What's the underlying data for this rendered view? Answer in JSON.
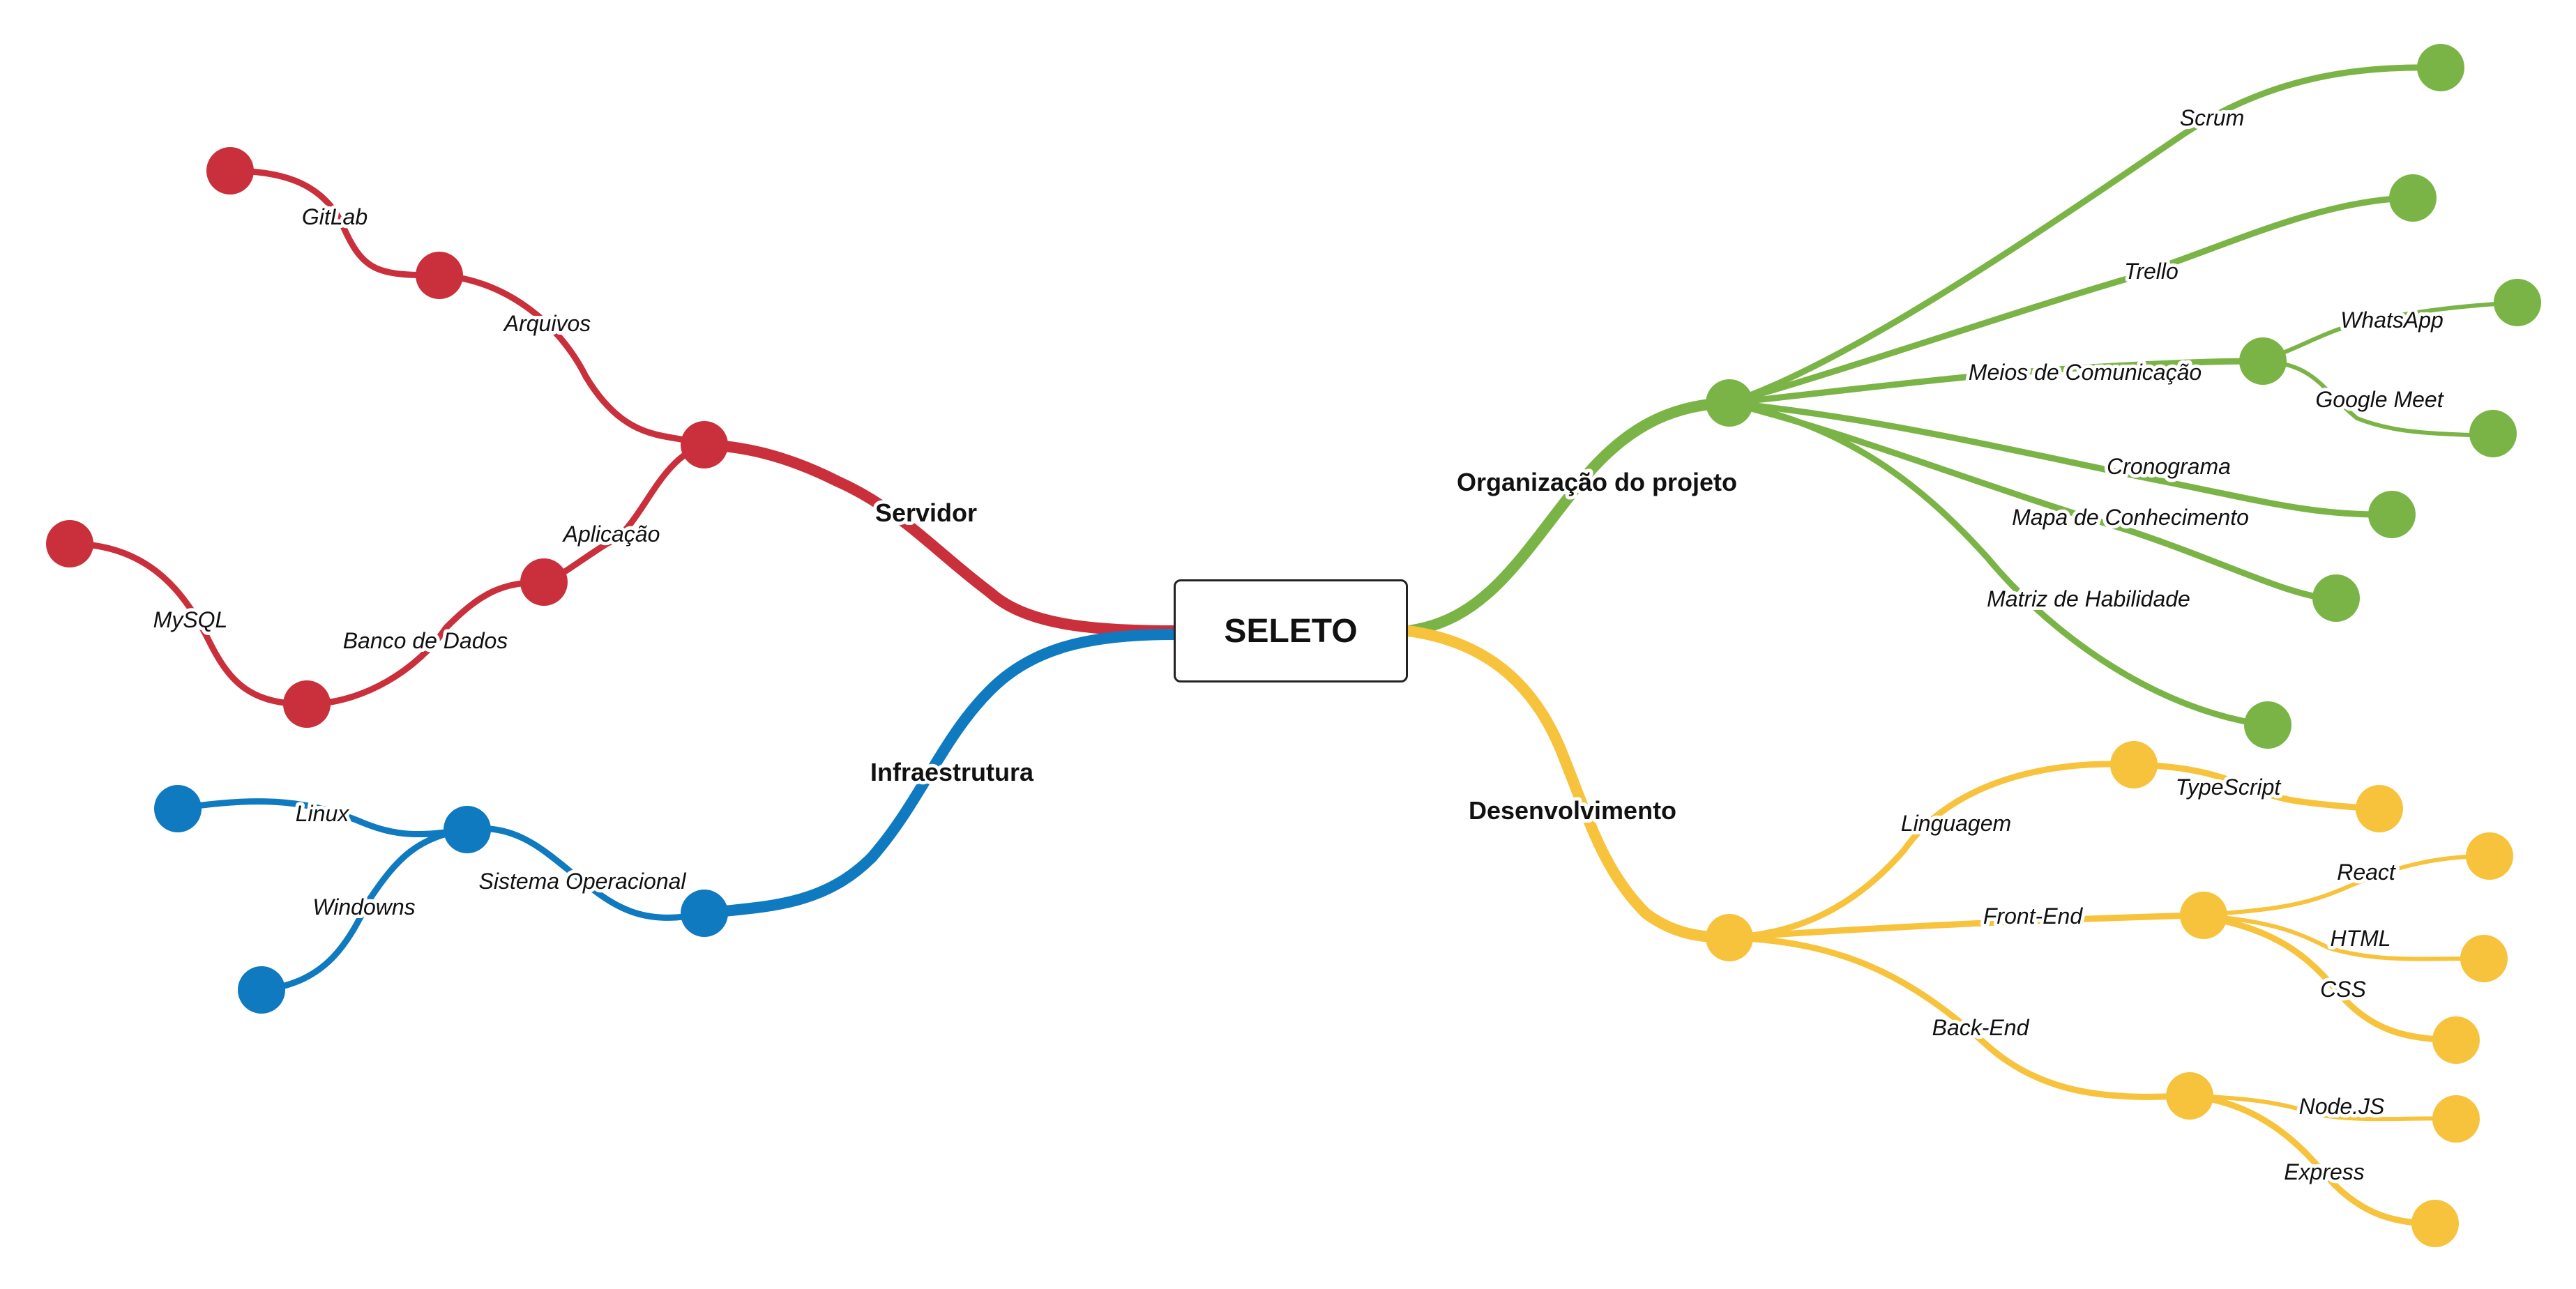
{
  "root": {
    "label": "SELETO"
  },
  "colors": {
    "servidor": "#c9303c",
    "infraestrutura": "#0f7abf",
    "organizacao": "#7bb446",
    "desenvolvimento": "#f7c33c"
  },
  "branches": {
    "servidor": {
      "label": "Servidor",
      "children": {
        "arquivos": {
          "label": "Arquivos",
          "gitlab": "GitLab"
        },
        "aplicacao": {
          "label": "Aplicação",
          "banco": "Banco de Dados",
          "mysql": "MySQL"
        }
      }
    },
    "infraestrutura": {
      "label": "Infraestrutura",
      "children": {
        "so": {
          "label": "Sistema Operacional",
          "linux": "Linux",
          "windows": "Windowns"
        }
      }
    },
    "organizacao": {
      "label": "Organização do projeto",
      "children": {
        "scrum": "Scrum",
        "trello": "Trello",
        "meios": {
          "label": "Meios de Comunicação",
          "whatsapp": "WhatsApp",
          "meet": "Google Meet"
        },
        "cronograma": "Cronograma",
        "mapa": "Mapa de Conhecimento",
        "matriz": "Matriz de Habilidade"
      }
    },
    "desenvolvimento": {
      "label": "Desenvolvimento",
      "children": {
        "linguagem": {
          "label": "Linguagem",
          "typescript": "TypeScript"
        },
        "frontend": {
          "label": "Front-End",
          "react": "React",
          "html": "HTML",
          "css": "CSS"
        },
        "backend": {
          "label": "Back-End",
          "node": "Node.JS",
          "express": "Express"
        }
      }
    }
  }
}
